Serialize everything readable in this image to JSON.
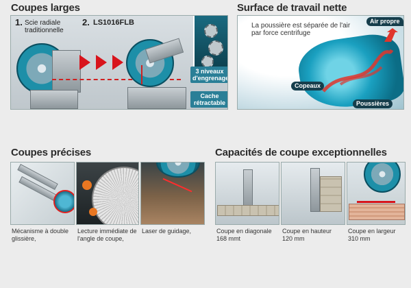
{
  "sections": {
    "wide": {
      "title": "Coupes larges"
    },
    "clean": {
      "title": "Surface de travail nette"
    },
    "precise": {
      "title": "Coupes précises"
    },
    "capacity": {
      "title": "Capacités de coupe exceptionnelles"
    }
  },
  "wide_panel": {
    "item1_number": "1.",
    "item1_label": "Scie radiale traditionnelle",
    "item2_number": "2.",
    "item2_label": "LS1016FLB",
    "gear_callout": "3 niveaux d'engrenages",
    "cover_callout": "Cache rétractable"
  },
  "clean_panel": {
    "description": "La poussière est séparée de l'air par force centrifuge",
    "air_label": "Air propre",
    "chips_label": "Copeaux",
    "dust_label": "Poussières"
  },
  "precise_captions": [
    "Mécanisme à double glissière,",
    "Lecture immédiate de l'angle de coupe,",
    "Laser de guidage,"
  ],
  "capacity_captions": [
    "Coupe en diagonale 168 mmt",
    "Coupe en hauteur 120 mm",
    "Coupe en largeur 310 mm"
  ],
  "colors": {
    "accent_teal": "#1d8fa8",
    "arrow_red": "#d8141c",
    "label_dark": "#163e4c"
  }
}
